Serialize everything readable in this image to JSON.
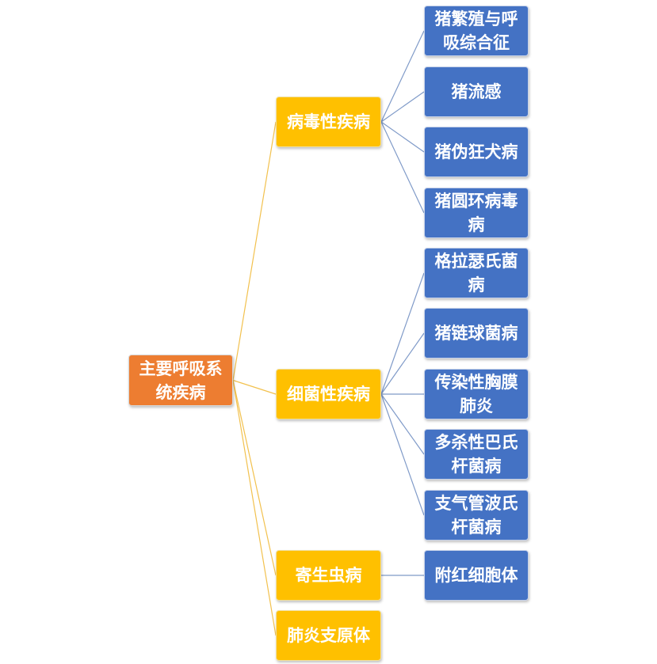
{
  "colors": {
    "root": "#ED7D31",
    "category": "#FFC000",
    "leaf": "#4472C4",
    "root_link": "#F2C14E",
    "leaf_link": "#7F9AC8"
  },
  "root": {
    "label": "主要呼吸系统疾病"
  },
  "categories": [
    {
      "label": "病毒性疾病",
      "children": [
        "猪繁殖与呼吸综合征",
        "猪流感",
        "猪伪狂犬病",
        "猪圆环病毒病"
      ]
    },
    {
      "label": "细菌性疾病",
      "children": [
        "格拉瑟氏菌病",
        "猪链球菌病",
        "传染性胸膜肺炎",
        "多杀性巴氏杆菌病",
        "支气管波氏杆菌病"
      ]
    },
    {
      "label": "寄生虫病",
      "children": [
        "附红细胞体"
      ]
    },
    {
      "label": "肺炎支原体",
      "children": []
    }
  ]
}
